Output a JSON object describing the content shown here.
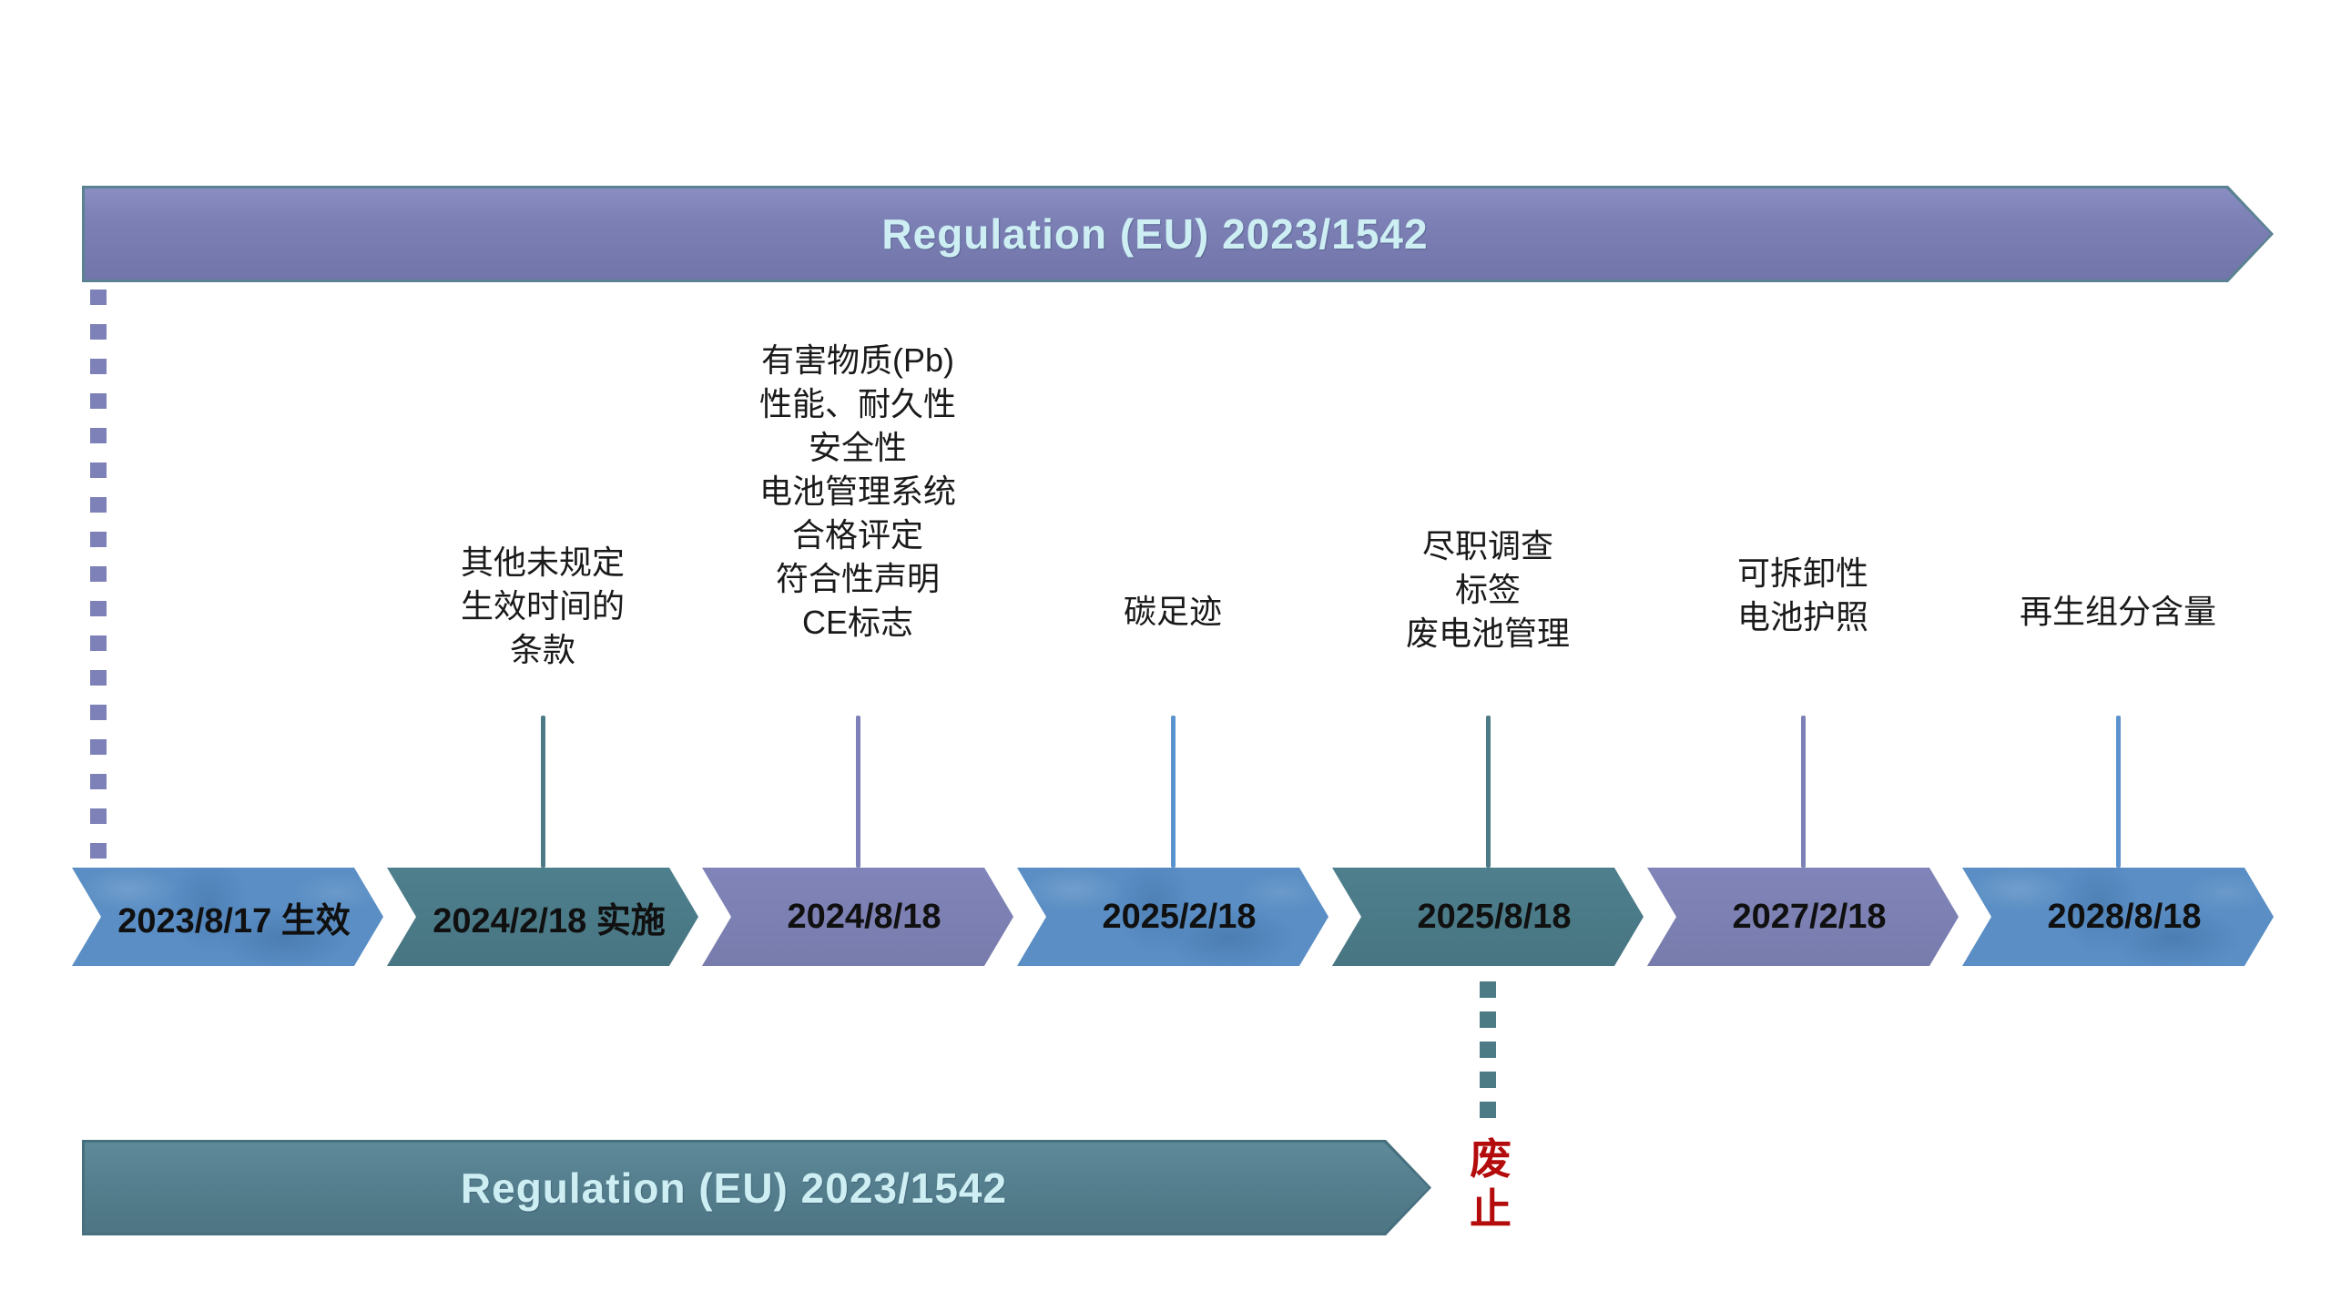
{
  "slide": {
    "top_banner": {
      "label": "Regulation (EU) 2023/1542"
    },
    "bottom_banner": {
      "label": "Regulation (EU) 2023/1542"
    },
    "repeal_label": "废\n止",
    "colors": {
      "top_banner_fill": "#7c80b5",
      "bottom_banner_fill": "#56808f",
      "banner_outline": "#5b8292",
      "banner_text": "#cdeff3",
      "chevron_blue": "#5a8ec4",
      "chevron_teal": "#4e7f8d",
      "chevron_purple": "#8084b8",
      "connector_blue": "#5b93ce",
      "connector_teal": "#4d7b85",
      "connector_purple": "#7d81b7",
      "repeal_red": "#b40c0c",
      "label_text": "#1a1a1a"
    },
    "timeline": {
      "milestones": [
        {
          "date": "2023/8/17 生效",
          "label": "",
          "color": "blue"
        },
        {
          "date": "2024/2/18 实施",
          "label": "其他未规定\n生效时间的\n条款",
          "color": "teal"
        },
        {
          "date": "2024/8/18",
          "label": "有害物质(Pb)\n性能、耐久性\n安全性\n电池管理系统\n合格评定\n符合性声明\nCE标志",
          "color": "purple"
        },
        {
          "date": "2025/2/18",
          "label": "碳足迹",
          "color": "blue"
        },
        {
          "date": "2025/8/18",
          "label": "尽职调查\n标签\n废电池管理",
          "color": "teal"
        },
        {
          "date": "2027/2/18",
          "label": "可拆卸性\n电池护照",
          "color": "purple"
        },
        {
          "date": "2028/8/18",
          "label": "再生组分含量",
          "color": "blue"
        }
      ]
    }
  }
}
